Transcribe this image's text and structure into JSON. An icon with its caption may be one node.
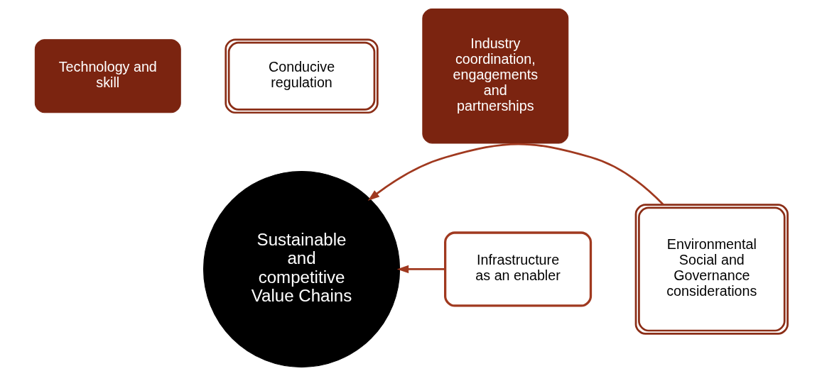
{
  "diagram": {
    "nodes": [
      {
        "text": [
          "Technology and skill"
        ]
      },
      {
        "text": [
          "Conducive regulation"
        ]
      },
      {
        "text": [
          "Industry coordination, engagements and partnerships"
        ]
      },
      {
        "text": [
          "Infrastructure as an enabler"
        ]
      },
      {
        "text": [
          "Sustainable and competitive Value Chains"
        ]
      },
      {
        "text": [
          "Environmental Social and Governance considerations"
        ]
      }
    ],
    "edges": [
      {
        "from": 3,
        "to": 4,
        "arrow": "to",
        "color": "#a0391f"
      },
      {
        "from": 5,
        "to": 4,
        "arrow": "to",
        "color": "#a0391f"
      }
    ]
  }
}
